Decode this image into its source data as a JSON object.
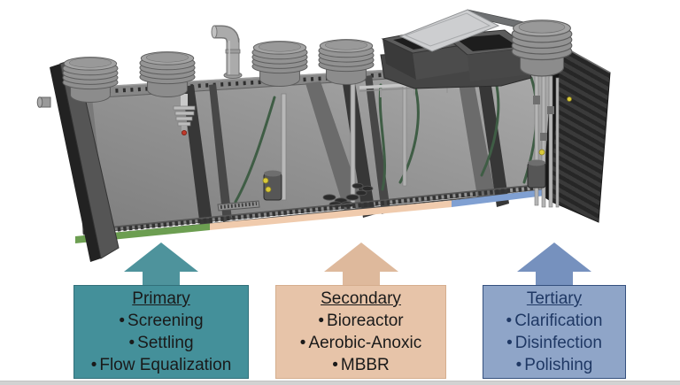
{
  "slide": {
    "background": "#ffffff",
    "bottom_bar_color": "#d2d2d2"
  },
  "plant_image": {
    "label": "containerized wastewater treatment plant 3D cutaway",
    "tank_color": "#9a9a9a",
    "dark_metal_color": "#3a3a3a"
  },
  "stages": [
    {
      "id": "primary",
      "title": "Primary",
      "bullets": [
        "Screening",
        "Settling",
        "Flow Equalization"
      ],
      "box_color": "#44909A",
      "arrow_color": "#4E939C",
      "border_color": "#32707A",
      "text_color": "#1a1a1a",
      "strip_color": "#6C9E51"
    },
    {
      "id": "secondary",
      "title": "Secondary",
      "bullets": [
        "Bioreactor",
        "Aerobic-Anoxic",
        "MBBR"
      ],
      "box_color": "#E7C4A9",
      "arrow_color": "#DEB99C",
      "border_color": "#D5AE8E",
      "text_color": "#1a1a1a",
      "strip_color": "#F0CBAD"
    },
    {
      "id": "tertiary",
      "title": "Tertiary",
      "bullets": [
        "Clarification",
        "Disinfection",
        "Polishing"
      ],
      "box_color": "#8FA5C8",
      "arrow_color": "#7691BE",
      "border_color": "#35507E",
      "text_color": "#1F3864",
      "strip_color": "#80A0D2"
    }
  ]
}
